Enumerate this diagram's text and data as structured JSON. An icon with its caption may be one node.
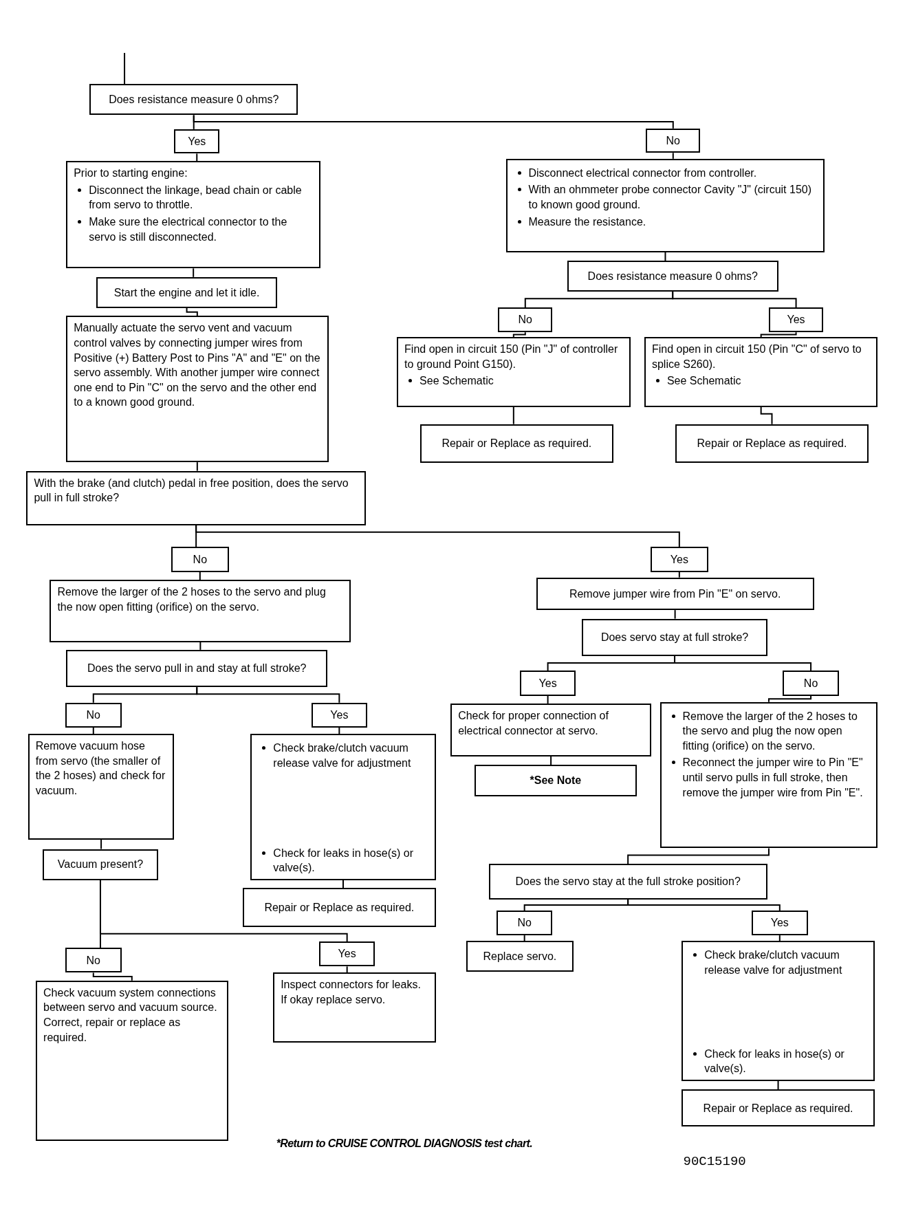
{
  "diagram": {
    "nodes": [
      {
        "text": [
          "Does resistance measure 0 ohms?"
        ]
      },
      {
        "text": [
          "Yes"
        ]
      },
      {
        "text": [
          "No"
        ]
      },
      {
        "text": [
          "Prior to starting engine:",
          "Disconnect the linkage, bead chain or cable from servo to throttle.",
          "Make sure the electrical connector to the servo is still disconnected."
        ]
      },
      {
        "text": [
          "Start the engine and let it idle."
        ]
      },
      {
        "text": [
          "Manually actuate the servo vent and vacuum control valves by connecting jumper wires from Positive (+) Battery Post to Pins \"A\" and \"E\" on the servo assembly. With another jumper wire connect one end to Pin \"C\" on the servo and the other end to a known good ground."
        ]
      },
      {
        "text": [
          "With the brake (and clutch) pedal in free position, does the servo pull in full stroke?"
        ]
      },
      {
        "text": [
          "No"
        ]
      },
      {
        "text": [
          "Yes"
        ]
      },
      {
        "text": [
          "Remove the larger of the 2 hoses to the servo and plug the now open fitting (orifice) on the servo."
        ]
      },
      {
        "text": [
          "Does the servo pull in and stay at full stroke?"
        ]
      },
      {
        "text": [
          "No"
        ]
      },
      {
        "text": [
          "Yes"
        ]
      },
      {
        "text": [
          "Remove vacuum hose from servo (the smaller of the 2 hoses) and check for vacuum."
        ]
      },
      {
        "text": [
          "Vacuum present?"
        ]
      },
      {
        "text": [
          "Check brake/clutch vacuum release valve for adjustment",
          "Check for leaks in hose(s) or valve(s)."
        ]
      },
      {
        "text": [
          "Repair or Replace as required."
        ]
      },
      {
        "text": [
          "No"
        ]
      },
      {
        "text": [
          "Yes"
        ]
      },
      {
        "text": [
          "Check vacuum system connections between servo and vacuum source. Correct, repair or replace as required."
        ]
      },
      {
        "text": [
          "Inspect connectors for leaks. If okay replace servo."
        ]
      },
      {
        "text": [
          "Disconnect electrical connector from controller.",
          "With an ohmmeter probe connector Cavity \"J\" (circuit 150) to known good ground.",
          "Measure the resistance."
        ]
      },
      {
        "text": [
          "Does resistance measure 0 ohms?"
        ]
      },
      {
        "text": [
          "No"
        ]
      },
      {
        "text": [
          "Yes"
        ]
      },
      {
        "text": [
          "Find open in circuit 150 (Pin \"J\" of controller to ground Point G150).",
          "See Schematic"
        ]
      },
      {
        "text": [
          "Find open in circuit 150 (Pin \"C\" of servo to splice S260).",
          "See Schematic"
        ]
      },
      {
        "text": [
          "Repair or Replace as required."
        ]
      },
      {
        "text": [
          "Repair or Replace as required."
        ]
      },
      {
        "text": [
          "Remove jumper wire from Pin \"E\" on servo."
        ]
      },
      {
        "text": [
          "Does servo stay at full stroke?"
        ]
      },
      {
        "text": [
          "Yes"
        ]
      },
      {
        "text": [
          "No"
        ]
      },
      {
        "text": [
          "Check for proper connection of electrical connector at servo."
        ]
      },
      {
        "text": [
          "*See Note"
        ]
      },
      {
        "text": [
          "Remove the larger of the 2 hoses to the servo and plug the now open fitting (orifice) on the servo.",
          "Reconnect the jumper wire to Pin \"E\" until servo pulls in full stroke, then remove the jumper wire from Pin \"E\"."
        ]
      },
      {
        "text": [
          "Does the servo stay at the full stroke position?"
        ]
      },
      {
        "text": [
          "No"
        ]
      },
      {
        "text": [
          "Yes"
        ]
      },
      {
        "text": [
          "Replace servo."
        ]
      },
      {
        "text": [
          "Check brake/clutch vacuum release valve for adjustment",
          "Check for leaks in hose(s) or valve(s)."
        ]
      },
      {
        "text": [
          "Repair or Replace as required."
        ]
      }
    ],
    "edges": [
      {
        "from": null,
        "to": 0,
        "arrow": "none"
      },
      {
        "from": 0,
        "to": 1,
        "arrow": "none"
      },
      {
        "from": 0,
        "to": 2,
        "arrow": "none"
      },
      {
        "from": 1,
        "to": 3,
        "arrow": "none"
      },
      {
        "from": 2,
        "to": 21,
        "arrow": "none"
      },
      {
        "from": 3,
        "to": 4,
        "arrow": "none"
      },
      {
        "from": 4,
        "to": 5,
        "arrow": "none"
      },
      {
        "from": 5,
        "to": 6,
        "arrow": "none"
      },
      {
        "from": 6,
        "to": 7,
        "arrow": "none"
      },
      {
        "from": 6,
        "to": 8,
        "arrow": "none"
      },
      {
        "from": 7,
        "to": 9,
        "arrow": "none"
      },
      {
        "from": 9,
        "to": 10,
        "arrow": "none"
      },
      {
        "from": 10,
        "to": 11,
        "arrow": "none"
      },
      {
        "from": 10,
        "to": 12,
        "arrow": "none"
      },
      {
        "from": 11,
        "to": 13,
        "arrow": "none"
      },
      {
        "from": 13,
        "to": 14,
        "arrow": "none"
      },
      {
        "from": 12,
        "to": 15,
        "arrow": "none"
      },
      {
        "from": 15,
        "to": 16,
        "arrow": "none"
      },
      {
        "from": 14,
        "to": 17,
        "arrow": "none"
      },
      {
        "from": 14,
        "to": 18,
        "arrow": "none"
      },
      {
        "from": 17,
        "to": 19,
        "arrow": "none"
      },
      {
        "from": 18,
        "to": 20,
        "arrow": "none"
      },
      {
        "from": 21,
        "to": 22,
        "arrow": "none"
      },
      {
        "from": 22,
        "to": 23,
        "arrow": "none"
      },
      {
        "from": 22,
        "to": 24,
        "arrow": "none"
      },
      {
        "from": 23,
        "to": 25,
        "arrow": "none"
      },
      {
        "from": 24,
        "to": 26,
        "arrow": "none"
      },
      {
        "from": 25,
        "to": 27,
        "arrow": "none"
      },
      {
        "from": 26,
        "to": 28,
        "arrow": "none"
      },
      {
        "from": 8,
        "to": 29,
        "arrow": "none"
      },
      {
        "from": 29,
        "to": 30,
        "arrow": "none"
      },
      {
        "from": 30,
        "to": 31,
        "arrow": "none"
      },
      {
        "from": 30,
        "to": 32,
        "arrow": "none"
      },
      {
        "from": 31,
        "to": 33,
        "arrow": "none"
      },
      {
        "from": 33,
        "to": 34,
        "arrow": "none"
      },
      {
        "from": 32,
        "to": 35,
        "arrow": "none"
      },
      {
        "from": 35,
        "to": 36,
        "arrow": "none"
      },
      {
        "from": 36,
        "to": 37,
        "arrow": "none"
      },
      {
        "from": 36,
        "to": 38,
        "arrow": "none"
      },
      {
        "from": 37,
        "to": 39,
        "arrow": "none"
      },
      {
        "from": 38,
        "to": 40,
        "arrow": "none"
      },
      {
        "from": 40,
        "to": 41,
        "arrow": "none"
      }
    ],
    "labels": [
      "*Return to CRUISE CONTROL DIAGNOSIS test chart.",
      "90C15190"
    ]
  }
}
